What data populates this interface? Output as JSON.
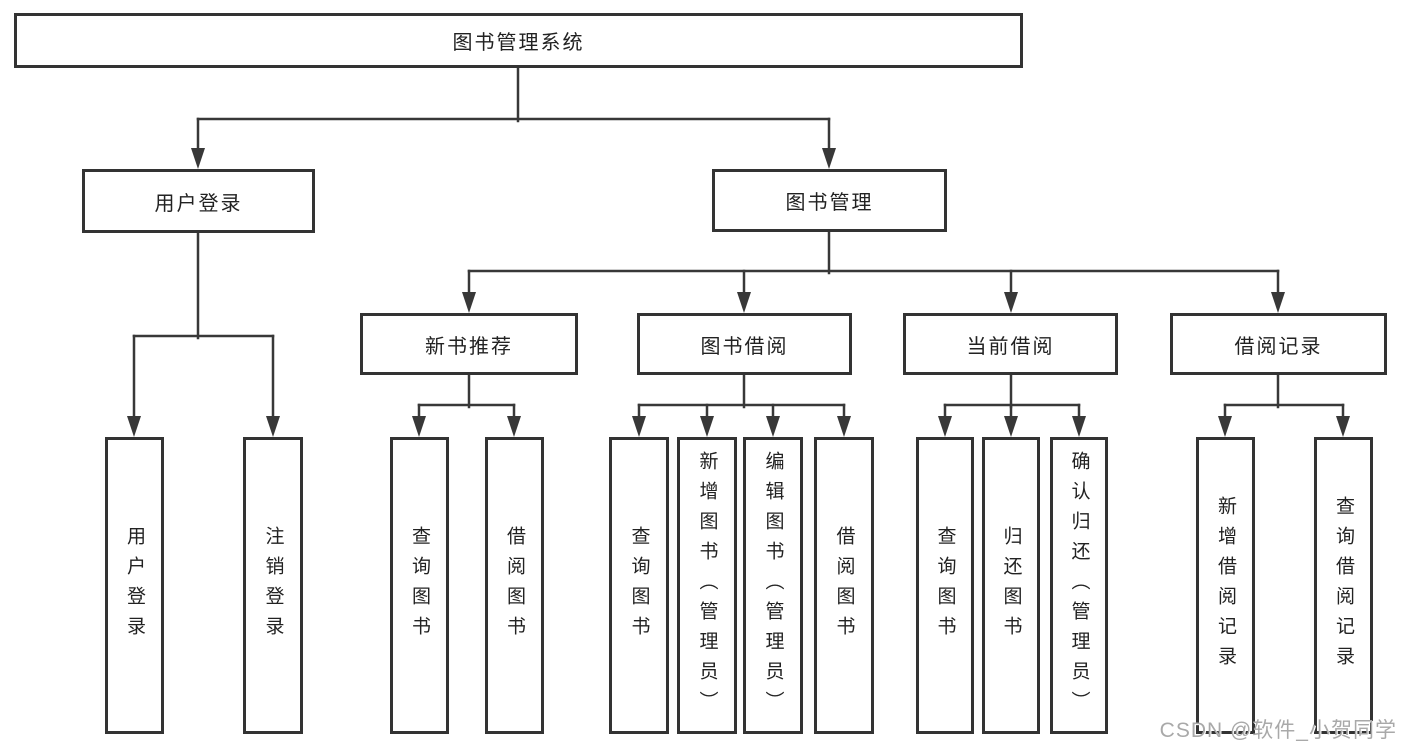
{
  "page": {
    "background": "#ffffff"
  },
  "colors": {
    "line": "#383838",
    "box_border": "#333333",
    "text": "#222222",
    "watermark": "#a9a9a9"
  },
  "nodes": {
    "root": {
      "label": "图书管理系统"
    },
    "user_login": {
      "label": "用户登录"
    },
    "book_mgmt": {
      "label": "图书管理"
    },
    "new_book_rec": {
      "label": "新书推荐"
    },
    "book_borrow": {
      "label": "图书借阅"
    },
    "current_borrow": {
      "label": "当前借阅"
    },
    "borrow_record": {
      "label": "借阅记录"
    },
    "leaf_user_login": {
      "label": "用户登录"
    },
    "leaf_logout": {
      "label": "注销登录"
    },
    "leaf_query_book_rec": {
      "label": "查询图书"
    },
    "leaf_borrow_book_rec": {
      "label": "借阅图书"
    },
    "leaf_query_book_borrow": {
      "label": "查询图书"
    },
    "leaf_add_book_admin": {
      "label": "新增图书（管理员）"
    },
    "leaf_edit_book_admin": {
      "label": "编辑图书（管理员）"
    },
    "leaf_borrow_book_borrow": {
      "label": "借阅图书"
    },
    "leaf_query_book_current": {
      "label": "查询图书"
    },
    "leaf_return_book": {
      "label": "归还图书"
    },
    "leaf_confirm_return_admin": {
      "label": "确认归还（管理员）"
    },
    "leaf_add_borrow_record": {
      "label": "新增借阅记录"
    },
    "leaf_query_borrow_record": {
      "label": "查询借阅记录"
    }
  },
  "edges": [
    [
      "root",
      "user_login"
    ],
    [
      "root",
      "book_mgmt"
    ],
    [
      "user_login",
      "leaf_user_login"
    ],
    [
      "user_login",
      "leaf_logout"
    ],
    [
      "book_mgmt",
      "new_book_rec"
    ],
    [
      "book_mgmt",
      "book_borrow"
    ],
    [
      "book_mgmt",
      "current_borrow"
    ],
    [
      "book_mgmt",
      "borrow_record"
    ],
    [
      "new_book_rec",
      "leaf_query_book_rec"
    ],
    [
      "new_book_rec",
      "leaf_borrow_book_rec"
    ],
    [
      "book_borrow",
      "leaf_query_book_borrow"
    ],
    [
      "book_borrow",
      "leaf_add_book_admin"
    ],
    [
      "book_borrow",
      "leaf_edit_book_admin"
    ],
    [
      "book_borrow",
      "leaf_borrow_book_borrow"
    ],
    [
      "current_borrow",
      "leaf_query_book_current"
    ],
    [
      "current_borrow",
      "leaf_return_book"
    ],
    [
      "current_borrow",
      "leaf_confirm_return_admin"
    ],
    [
      "borrow_record",
      "leaf_add_borrow_record"
    ],
    [
      "borrow_record",
      "leaf_query_borrow_record"
    ]
  ],
  "watermark": {
    "text": "CSDN @软件_小贺同学"
  }
}
